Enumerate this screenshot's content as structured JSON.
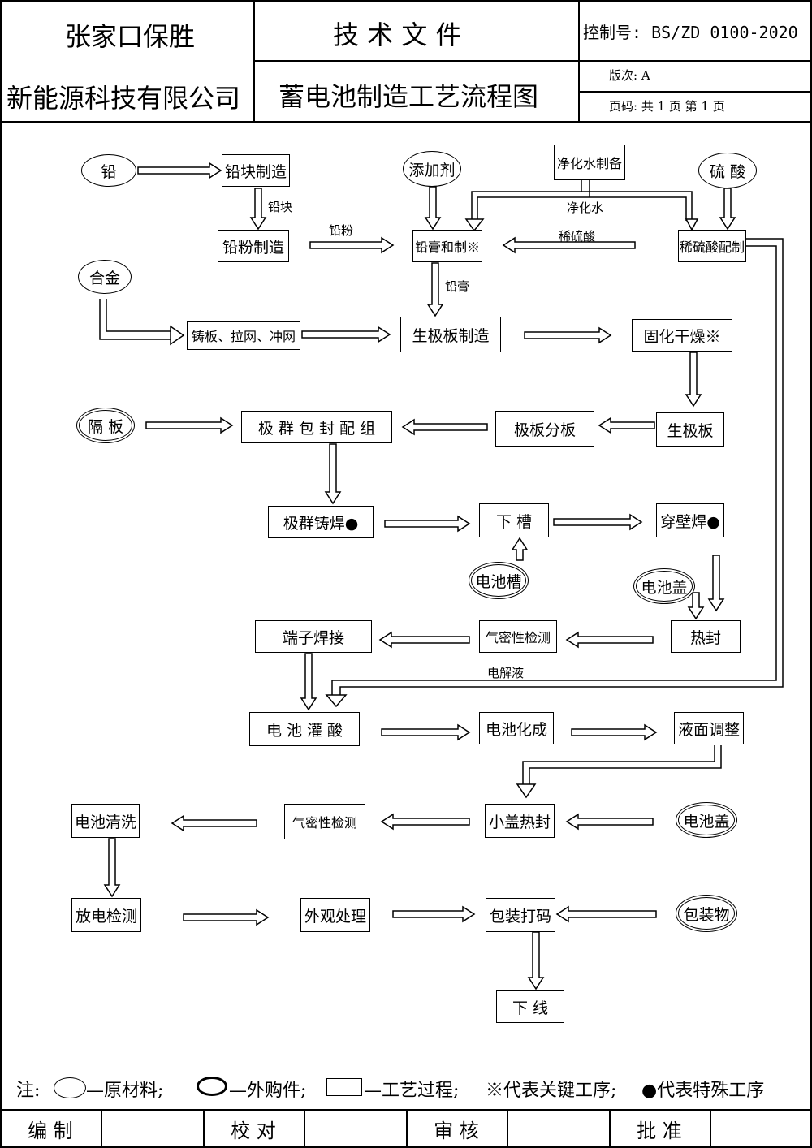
{
  "header": {
    "company_line1": "张家口保胜",
    "company_line2": "新能源科技有限公司",
    "doc_type": "技 术 文 件",
    "doc_title": "蓄电池制造工艺流程图",
    "control_no": "控制号: BS/ZD 0100-2020",
    "version": "版次:  A",
    "page_info": "页码: 共 1 页   第 1 页"
  },
  "flow": {
    "materials": {
      "lead": "铅",
      "additive": "添加剂",
      "sulfuric_acid": "硫 酸",
      "alloy": "合金"
    },
    "purchased": {
      "separator": "隔 板",
      "battery_tank": "电池槽",
      "battery_cover1": "电池盖",
      "battery_cover2": "电池盖",
      "packaging": "包装物"
    },
    "process": {
      "lead_block": "铅块制造",
      "lead_powder": "铅粉制造",
      "pure_water": "净化水制备",
      "paste_mixing": "铅膏和制※",
      "dilute_acid": "稀硫酸配制",
      "casting": "铸板、拉网、冲网",
      "green_plate": "生极板制造",
      "curing": "固化干燥※",
      "raw_plate": "生极板",
      "plate_split": "极板分板",
      "group_assembly": "极 群 包 封 配 组",
      "cast_weld": "极群铸焊●",
      "into_tank": "下 槽",
      "through_wall": "穿壁焊●",
      "heat_seal": "热封",
      "air_test1": "气密性检测",
      "terminal_weld": "端子焊接",
      "acid_fill": "电 池 灌 酸",
      "formation": "电池化成",
      "level_adjust": "液面调整",
      "small_cover": "小盖热封",
      "air_test2": "气密性检测",
      "cleaning": "电池清洗",
      "discharge_test": "放电检测",
      "appearance": "外观处理",
      "pack_code": "包装打码",
      "offline": "下  线"
    },
    "arrow_labels": {
      "lead_block": "铅块",
      "lead_powder": "铅粉",
      "pure_water": "净化水",
      "dilute_acid": "稀硫酸",
      "paste": "铅膏",
      "electrolyte": "电解液"
    }
  },
  "legend": {
    "prefix": "注:",
    "raw": "—原材料;",
    "purchased": "—外购件;",
    "process": "—工艺过程;",
    "key": "※代表关键工序;",
    "special": "●代表特殊工序"
  },
  "footer": {
    "compile": "编   制",
    "proofread": "校   对",
    "review": "审   核",
    "approve": "批   准"
  }
}
